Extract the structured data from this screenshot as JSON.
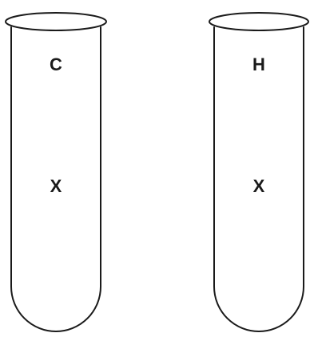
{
  "tubes": [
    {
      "top_label": "C",
      "middle_label": "X"
    },
    {
      "top_label": "H",
      "middle_label": "X"
    }
  ]
}
